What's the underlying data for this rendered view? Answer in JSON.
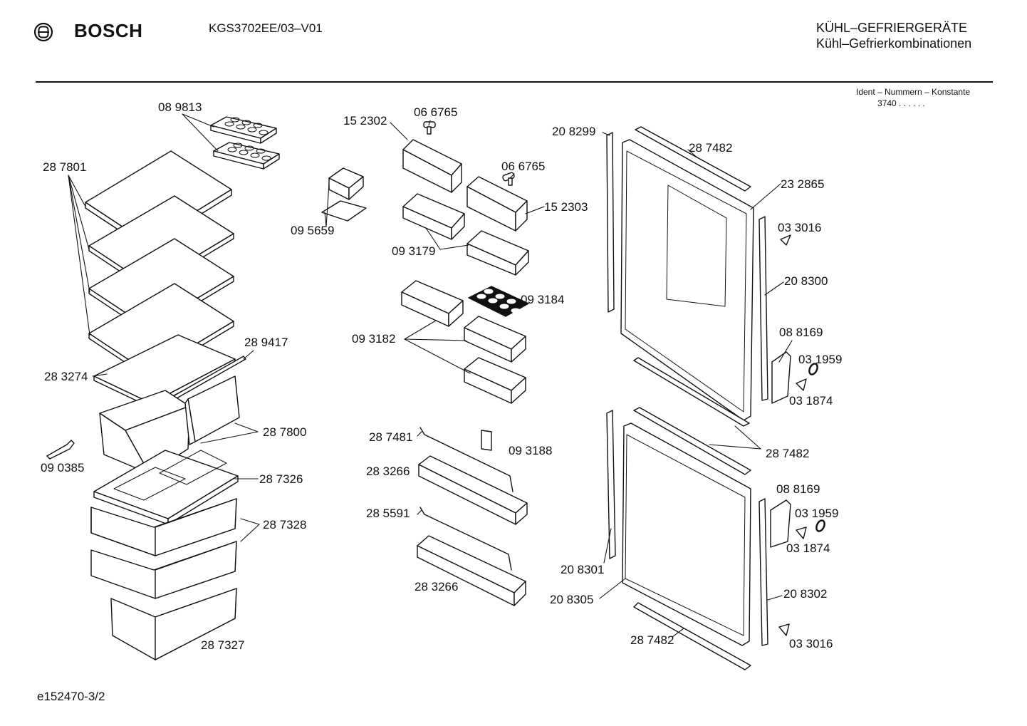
{
  "header": {
    "brand": "BOSCH",
    "model": "KGS3702EE/03–V01",
    "category": "KÜHL–GEFRIERGERÄTE",
    "subcategory": "Kühl–Gefrierkombinationen",
    "ident_label": "Ident – Nummern – Konstante",
    "ident_value": "3740  .  .     .  .  .  ."
  },
  "footer": {
    "doc_id": "e152470-3/2"
  },
  "parts": {
    "ice_tray": "08 9813",
    "shelf_rail": "28 7801",
    "glass_shelf": "28 3274",
    "shelf_strip": "28 9417",
    "crisper_drawers": "28 7800",
    "ice_scraper": "09 0385",
    "crisper_cover": "28 7326",
    "freezer_drawers": "28 7328",
    "bottom_drawer": "28 7327",
    "egg_holder": "09 5659",
    "door_flap_left": "15 2302",
    "hinge_pin_top": "06 6765",
    "hinge_pin_mid": "06 6765",
    "door_flap_right": "15 2303",
    "door_shelf_small": "09 3179",
    "egg_insert": "09 3184",
    "door_shelves": "09 3182",
    "bottle_rail_upper": "28 7481",
    "clip": "09 3188",
    "bottle_shelf_upper": "28 3266",
    "bottle_rail_lower": "28 5591",
    "bottle_shelf_lower": "28 3266",
    "seal_upper": "20 8299",
    "trim_upper_top": "28 7482",
    "door_upper": "23 2865",
    "screw_upper": "03 3016",
    "seal_side_upper": "20 8300",
    "handle_upper": "08 8169",
    "ring_upper": "03 1959",
    "screw_handle_upper": "03 1874",
    "trim_middle": "28 7482",
    "handle_lower": "08 8169",
    "ring_lower": "03 1959",
    "screw_handle_lower": "03 1874",
    "seal_lower": "20 8301",
    "seal_side_lower": "20 8302",
    "door_lower": "20 8305",
    "trim_bottom": "28 7482",
    "screw_lower": "03 3016"
  }
}
